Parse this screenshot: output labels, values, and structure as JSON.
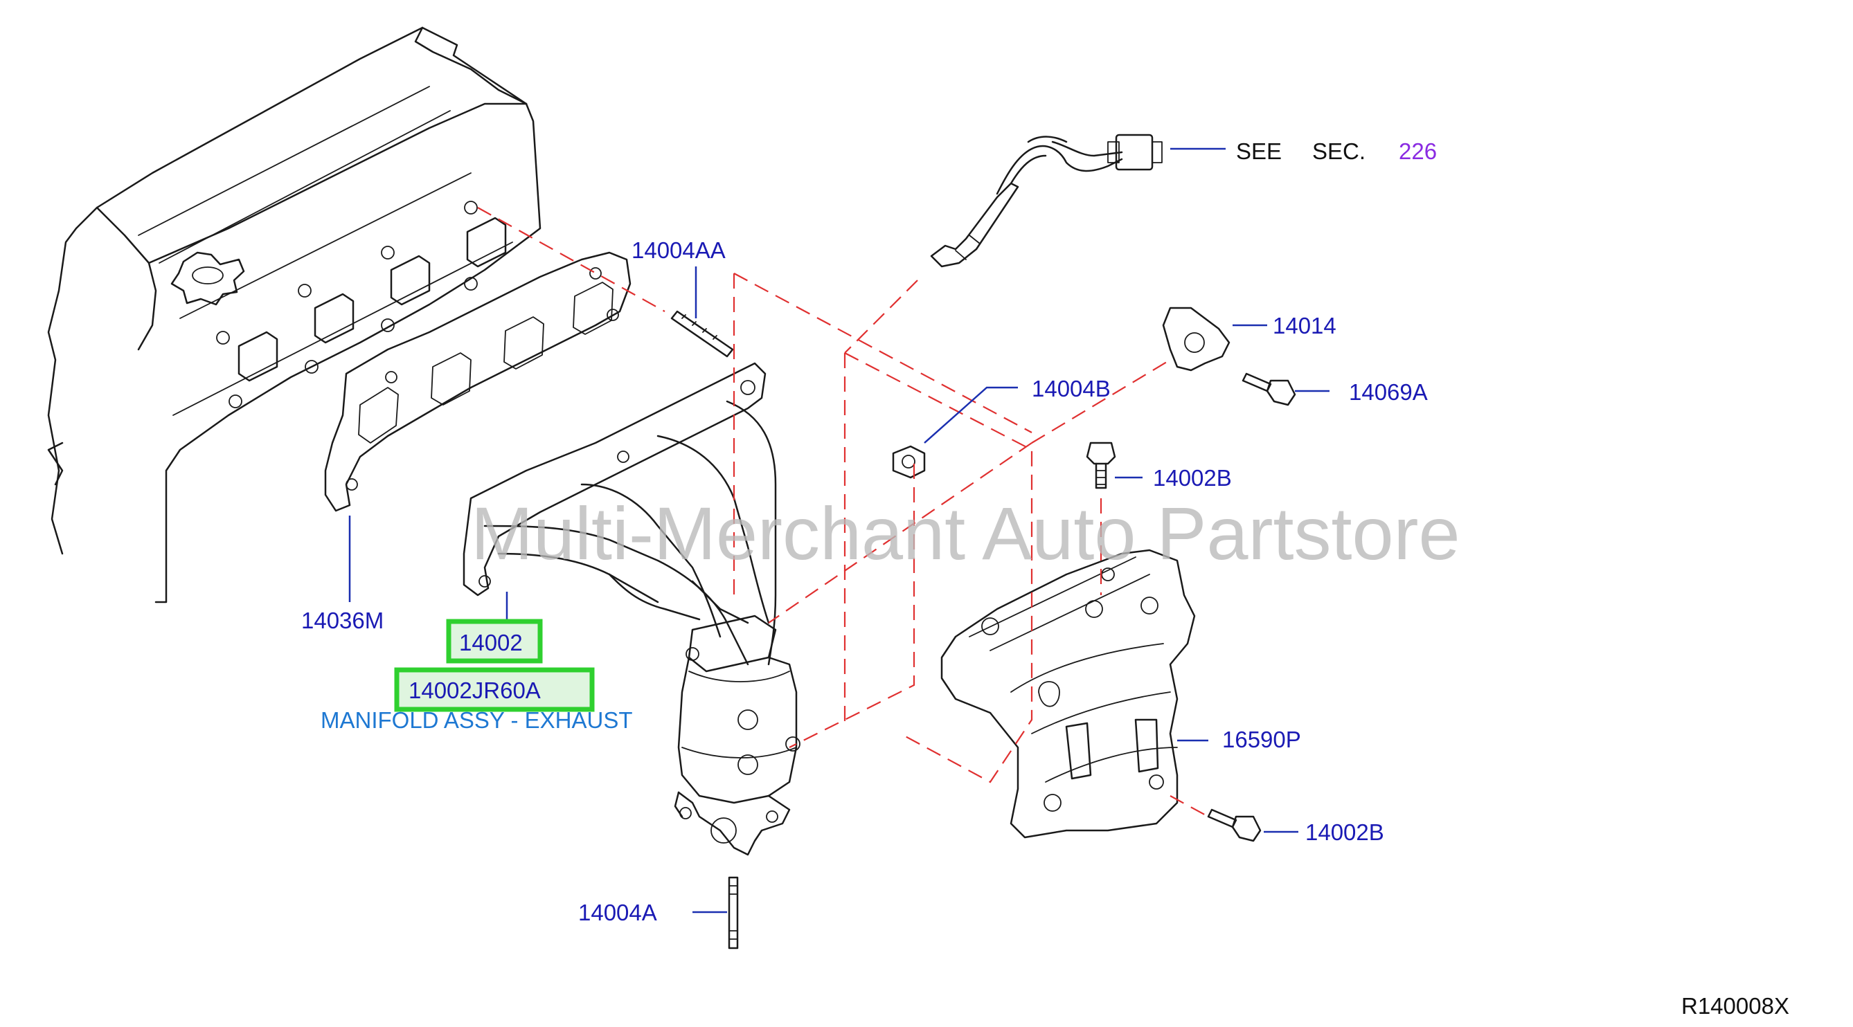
{
  "diagram": {
    "watermark": "Multi-Merchant Auto Partstore",
    "diagram_code": "R140008X",
    "see_section": {
      "see": "SEE",
      "sec": "SEC.",
      "number": "226"
    },
    "highlight": {
      "part_number": "14002",
      "full_part_number": "14002JR60A",
      "description": "MANIFOLD ASSY - EXHAUST"
    },
    "labels": {
      "p14004AA": "14004AA",
      "p14014": "14014",
      "p14069A": "14069A",
      "p14004B": "14004B",
      "p14002B_top": "14002B",
      "p14036M": "14036M",
      "p16590P": "16590P",
      "p14002B_bottom": "14002B",
      "p14004A": "14004A"
    },
    "colors": {
      "label_blue": "#1a1ab4",
      "section_purple": "#8a2be2",
      "highlight_green": "#2fd02f",
      "description_blue": "#1e78d2",
      "dashed_red": "#e03030"
    }
  }
}
